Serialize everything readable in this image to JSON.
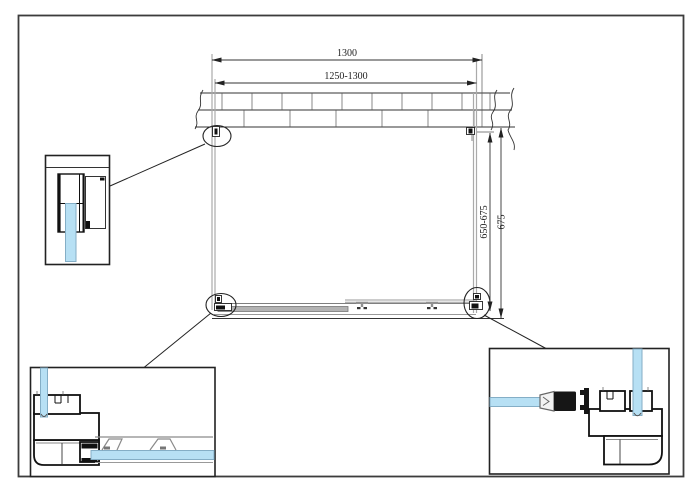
{
  "labels": {
    "dim_top_overall": "1300",
    "dim_top_adjustable": "1250-1300",
    "dim_side_adjustable": "650-675",
    "dim_side_overall": "675"
  },
  "colors": {
    "glass": "#b7e0f4",
    "glass_border": "#84aec6",
    "line": "#222222",
    "profile": "#111111",
    "gray": "#999999"
  }
}
